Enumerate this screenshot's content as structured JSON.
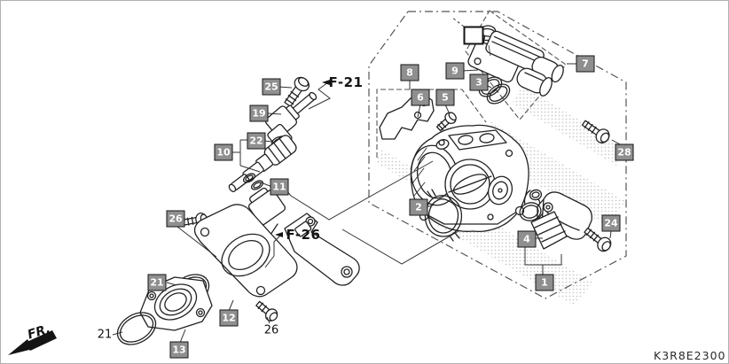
{
  "diagram": {
    "code": "K3R8E2300",
    "front_indicator": "FR.",
    "figure_refs": {
      "f21": "F-21",
      "f26": "F-26"
    },
    "callouts": {
      "n1": "1",
      "n2": "2",
      "n3": "3",
      "n4": "4",
      "n5": "5",
      "n6": "6",
      "n7": "7",
      "n8": "8",
      "n9": "9",
      "n10": "10",
      "n11": "11",
      "n12": "12",
      "n13": "13",
      "n19": "19",
      "n21": "21",
      "n22": "22",
      "n24": "24",
      "n25": "25",
      "n26": "26",
      "n28": "28"
    },
    "colors": {
      "callout_bg": "#8f8f8f",
      "callout_border": "#141414",
      "callout_text": "#ffffff",
      "line_art": "#222222",
      "watermark_dots": "#c9c9c9"
    }
  }
}
